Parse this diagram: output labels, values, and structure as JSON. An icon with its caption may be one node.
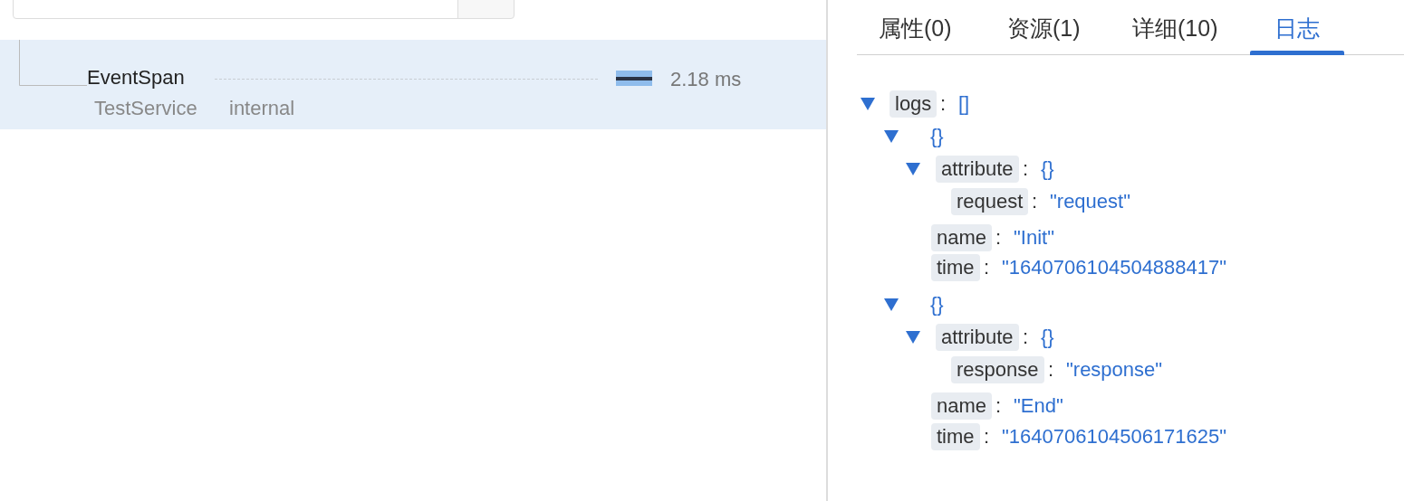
{
  "diagram": {
    "labels": [
      "EventSpan",
      "2.18 ms",
      "TestService",
      "internal",
      "属性(0)",
      "资源(1)",
      "详细(10)",
      "日志",
      "logs",
      ":",
      "[]",
      "{}",
      "attribute",
      ":",
      "{}",
      "request",
      ":",
      "\"request\"",
      "name",
      ":",
      "\"Init\"",
      "time",
      ":",
      "\"1640706104504888417\"",
      "{}",
      "attribute",
      ":",
      "{}",
      "response",
      ":",
      "\"response\"",
      "name",
      ":",
      "\"End\"",
      "time",
      ":",
      "\"1640706104506171625\""
    ]
  }
}
